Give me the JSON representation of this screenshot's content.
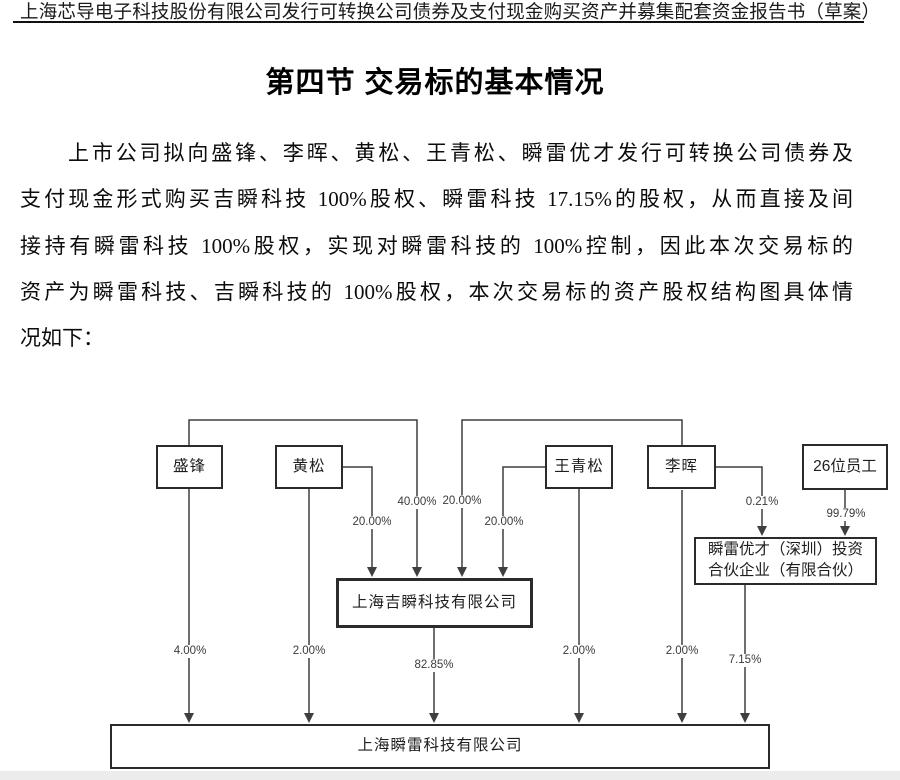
{
  "header": {
    "text": "上海芯导电子科技股份有限公司发行可转换公司债券及支付现金购买资产并募集配套资金报告书（草案）"
  },
  "title": "第四节 交易标的基本情况",
  "paragraph": {
    "lines": [
      "上市公司拟向盛锋、李晖、黄松、王青松、瞬雷优才发行可转换公司债券及",
      "支付现金形式购买吉瞬科技 100%股权、瞬雷科技 17.15%的股权，从而直接及间",
      "接持有瞬雷科技 100%股权，实现对瞬雷科技的 100%控制，因此本次交易标的",
      "资产为瞬雷科技、吉瞬科技的 100%股权，本次交易标的资产股权结构图具体情",
      "况如下："
    ]
  },
  "diagram": {
    "boxes": {
      "shengfeng": "盛锋",
      "huangsong": "黄松",
      "wangqingsong": "王青松",
      "lihui": "李晖",
      "employees": "26位员工",
      "youcai_line1": "瞬雷优才（深圳）投资",
      "youcai_line2": "合伙企业（有限合伙）",
      "jishun": "上海吉瞬科技有限公司",
      "shunlei": "上海瞬雷科技有限公司"
    },
    "ownership": {
      "huangsong_jishun": "20.00%",
      "shengfeng_jishun": "40.00%",
      "lihui_jishun": "20.00%",
      "wangqingsong_jishun": "20.00%",
      "lihui_youcai": "0.21%",
      "employees_youcai": "99.79%",
      "shengfeng_shunlei": "4.00%",
      "huangsong_shunlei": "2.00%",
      "wangqingsong_shunlei": "2.00%",
      "lihui_shunlei": "2.00%",
      "jishun_shunlei": "82.85%",
      "youcai_shunlei": "7.15%"
    }
  }
}
